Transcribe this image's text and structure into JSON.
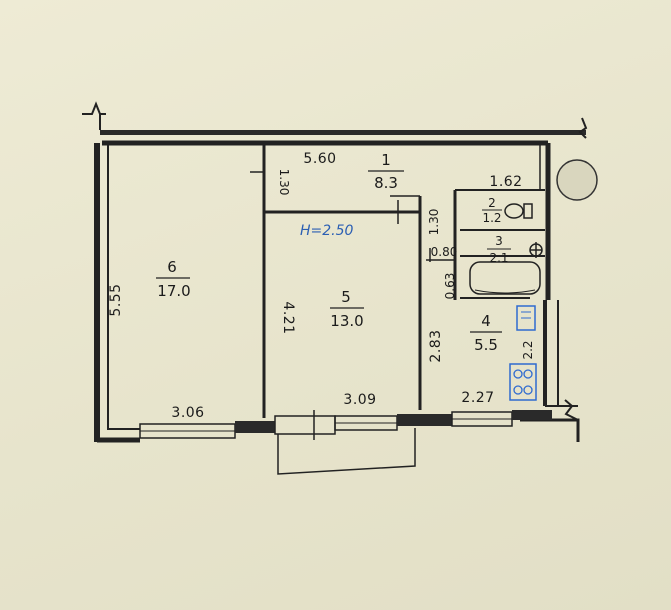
{
  "colors": {
    "paper": "#e9e6cf",
    "ink": "#222222",
    "blue_annotation": "#2b5fb3",
    "fixture_blue": "#2f6bd0"
  },
  "ceiling_height": "H=2.50",
  "rooms": [
    {
      "number": "1",
      "area": "8.3"
    },
    {
      "number": "2",
      "area": "1.2"
    },
    {
      "number": "3",
      "area": "2.1"
    },
    {
      "number": "4",
      "area": "5.5"
    },
    {
      "number": "5",
      "area": "13.0"
    },
    {
      "number": "6",
      "area": "17.0"
    }
  ],
  "dimensions": {
    "hall_length": "5.60",
    "hall_width": "1.30",
    "wc_bath_width": "1.62",
    "wc_depth": "1.30",
    "bath_side_a": "0.80",
    "bath_side_b": "0.63",
    "room6_depth": "5.55",
    "room5_depth": "4.21",
    "kitchen_depth": "2.83",
    "kitchen_side": "2.2",
    "room6_width": "3.06",
    "room5_width": "3.09",
    "kitchen_width": "2.27"
  },
  "icons": [
    "chimney-vent-icon",
    "toilet-icon",
    "bathtub-icon",
    "sink-icon",
    "stove-icon"
  ]
}
